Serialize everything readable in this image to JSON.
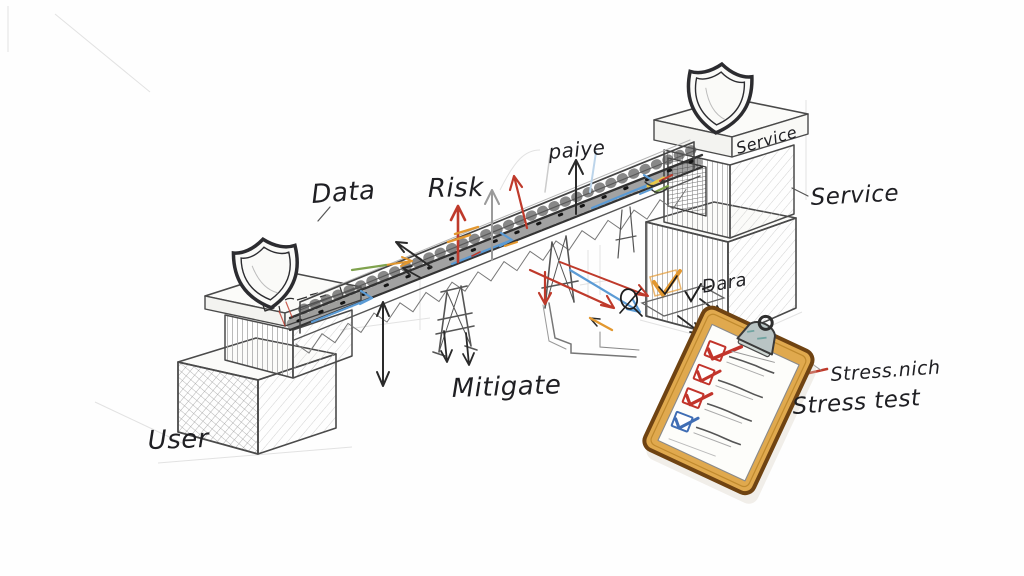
{
  "labels": {
    "user": "User",
    "data": "Data",
    "risk": "Risk",
    "paiye": "paiye",
    "mitigate": "Mitigate",
    "service_building": "Service",
    "service": "Service",
    "data_note": "·Dara",
    "stress_note": "Stress.nich",
    "stress_test": "Stress test"
  },
  "clipboard": {
    "items": [
      {
        "checked": true,
        "check_color": "#c2342b"
      },
      {
        "checked": true,
        "check_color": "#c2342b"
      },
      {
        "checked": true,
        "check_color": "#c2342b"
      },
      {
        "checked": true,
        "check_color": "#3f6db4"
      }
    ]
  },
  "colors": {
    "pencil": "#3f3f3f",
    "faint": "#d5d5d5",
    "flow_blue": "#5b9bd5",
    "risk_red": "#bf3a2b",
    "accent_orange": "#e2972f",
    "accent_green": "#7fa24d",
    "accent_yellow": "#e8c84a",
    "ink": "#262626",
    "wood": "#e0a94e",
    "wood_border": "#6f4312",
    "metal": "#b9c4c4",
    "paper": "#fdfdfa"
  }
}
